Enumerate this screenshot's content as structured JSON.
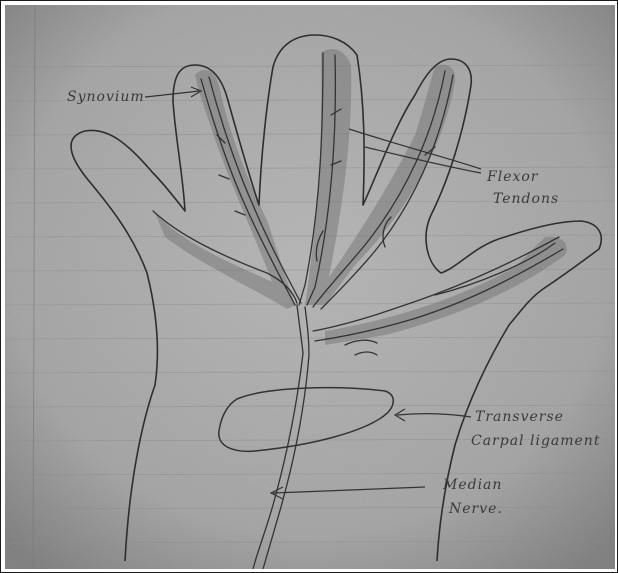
{
  "diagram": {
    "labels": {
      "synovium": "Synovium",
      "flexor_line1": "Flexor",
      "flexor_line2": "Tendons",
      "transverse_line1": "Transverse",
      "transverse_line2": "Carpal ligament",
      "median_line1": "Median",
      "median_line2": "Nerve."
    },
    "colors": {
      "paper": "#9e9e9e",
      "ink": "#3a3a3a",
      "shading": "#6f6f6f",
      "rule_line": "#8c8c8c",
      "margin_line": "#7a7a7a"
    }
  }
}
